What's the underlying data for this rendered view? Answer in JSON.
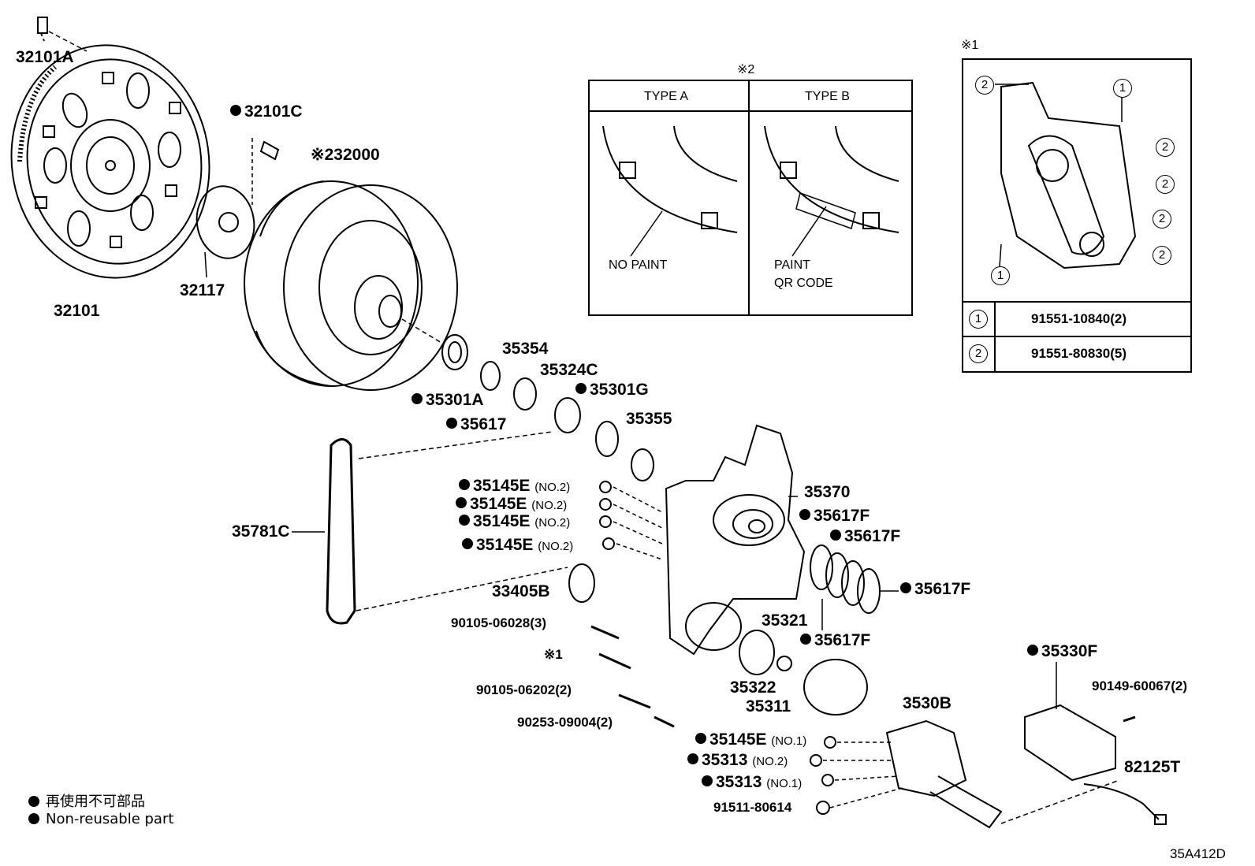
{
  "diagram_code": "35A412D",
  "legend": {
    "jp": "再使用不可部品",
    "en": "Non-reusable part"
  },
  "parts": {
    "p32101A": {
      "text": "32101A"
    },
    "p32101C": {
      "text": "32101C"
    },
    "p32000": {
      "text": "※232000"
    },
    "p32117": {
      "text": "32117"
    },
    "p32101": {
      "text": "32101"
    },
    "p35301A": {
      "text": "35301A"
    },
    "p35354": {
      "text": "35354"
    },
    "p35324C": {
      "text": "35324C"
    },
    "p35301G": {
      "text": "35301G"
    },
    "p35617": {
      "text": "35617"
    },
    "p35355": {
      "text": "35355"
    },
    "p35370": {
      "text": "35370"
    },
    "p35781C": {
      "text": "35781C"
    },
    "p35145E_1": {
      "text": "35145E",
      "qty": "(NO.2)"
    },
    "p35145E_2": {
      "text": "35145E",
      "qty": "(NO.2)"
    },
    "p35145E_3": {
      "text": "35145E",
      "qty": "(NO.2)"
    },
    "p35145E_4": {
      "text": "35145E",
      "qty": "(NO.2)"
    },
    "p35617F_1": {
      "text": "35617F"
    },
    "p35617F_2": {
      "text": "35617F"
    },
    "p35617F_3": {
      "text": "35617F"
    },
    "p35617F_4": {
      "text": "35617F"
    },
    "p33405B": {
      "text": "33405B"
    },
    "p90105_06028": {
      "text": "90105-06028(3)"
    },
    "p_note1": {
      "text": "※1"
    },
    "p90105_06202": {
      "text": "90105-06202(2)"
    },
    "p90253_09004": {
      "text": "90253-09004(2)"
    },
    "p35321": {
      "text": "35321"
    },
    "p35322": {
      "text": "35322"
    },
    "p35311": {
      "text": "35311"
    },
    "p3530B": {
      "text": "3530B"
    },
    "p35330F": {
      "text": "35330F"
    },
    "p90149_60067": {
      "text": "90149-60067(2)"
    },
    "p35145E_no1": {
      "text": "35145E",
      "qty": "(NO.1)"
    },
    "p35313_no2": {
      "text": "35313",
      "qty": "(NO.2)"
    },
    "p35313_no1": {
      "text": "35313",
      "qty": "(NO.1)"
    },
    "p82125T": {
      "text": "82125T"
    },
    "p91511_80614": {
      "text": "91511-80614"
    }
  },
  "inset2": {
    "marker": "※2",
    "type_a": "TYPE A",
    "type_b": "TYPE B",
    "no_paint": "NO PAINT",
    "paint": "PAINT",
    "qr_code": "QR CODE"
  },
  "inset1": {
    "marker": "※1",
    "row1": {
      "num": "1",
      "part": "91551-10840(2)"
    },
    "row2": {
      "num": "2",
      "part": "91551-80830(5)"
    }
  }
}
